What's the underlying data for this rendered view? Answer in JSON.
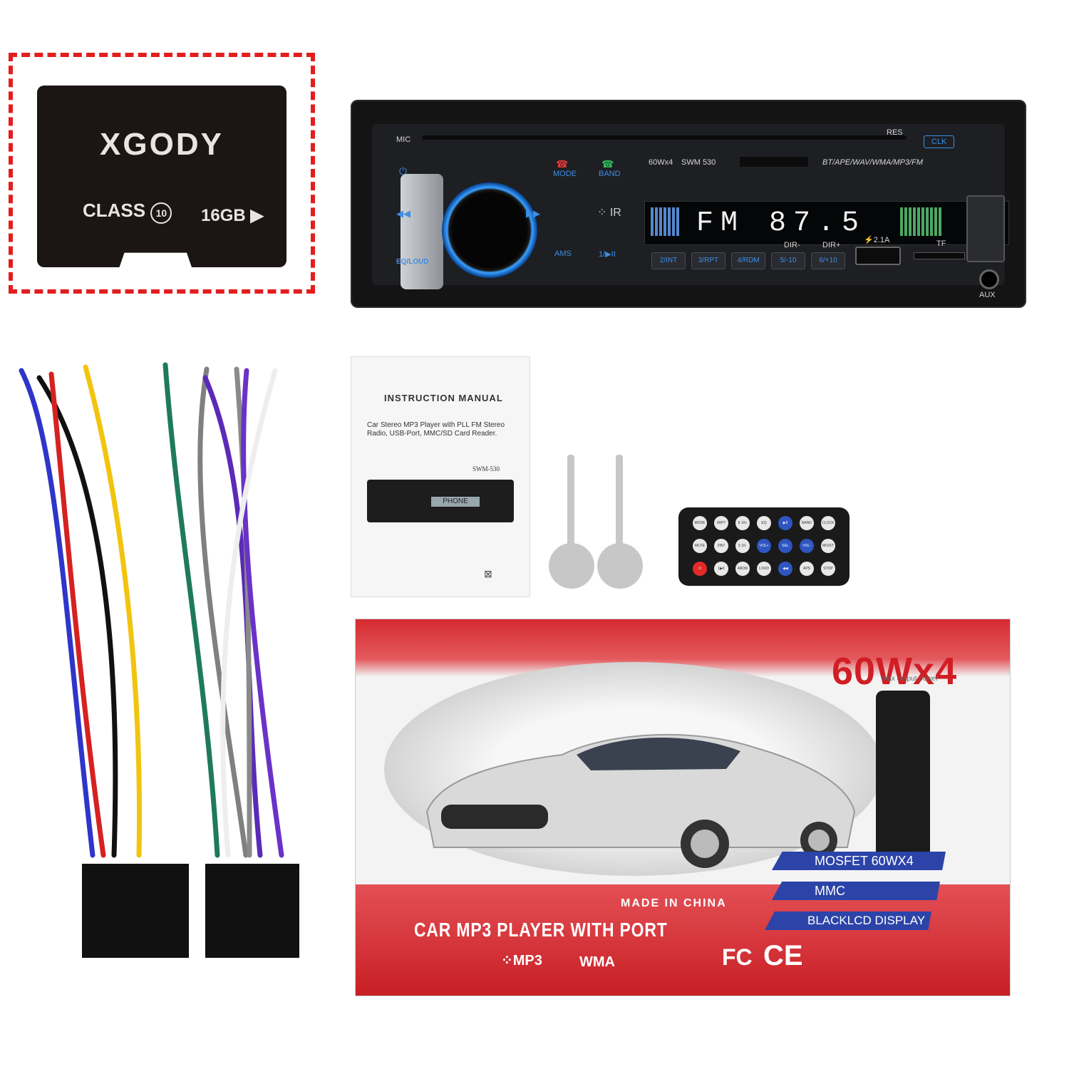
{
  "sd_card": {
    "brand": "XGODY",
    "class_label": "CLASS",
    "class_number": "10",
    "capacity": "16GB"
  },
  "head_unit": {
    "mic": "MIC",
    "res": "RES",
    "clk": "CLK",
    "power_rating": "60Wx4",
    "model": "SWM 530",
    "formats": "BT/APE/WAV/WMA/MP3/FM",
    "mode": "MODE",
    "band": "BAND",
    "ams": "AMS",
    "play": "1/▶II",
    "eq_loud": "EQ/LOUD",
    "display": "FM 87.5",
    "buttons": [
      "2/INT",
      "3/RPT",
      "4/RDM",
      "5/-10",
      "6/+10"
    ],
    "dir_minus": "DIR-",
    "dir_plus": "DIR+",
    "charge": "2.1A",
    "tf": "TF",
    "aux": "AUX"
  },
  "manual": {
    "title": "INSTRUCTION MANUAL",
    "body": "Car Stereo MP3 Player with PLL FM Stereo Radio, USB-Port, MMC/SD Card Reader.",
    "model": "SWM-530",
    "screen": "PHONE"
  },
  "remote": {
    "row1": [
      "MODE",
      "2RPT",
      "8 10+",
      "EQ",
      "▶II",
      "BAND",
      "CLOCK"
    ],
    "row2": [
      "MUTE",
      "2INT",
      "5 10-",
      "VOL+",
      "SEL",
      "VOL-",
      "MO/ST"
    ],
    "row3": [
      "⏻",
      "1▶II",
      "4RDM",
      "LOUD",
      "◀◀",
      "APS",
      "STOP"
    ]
  },
  "box": {
    "watts": "60Wx4",
    "watts_sub": "max output power",
    "feature_1": "MOSFET 60WX4",
    "feature_2": "MMC",
    "feature_3": "BLACKLCD DISPLAY",
    "made_in": "MADE IN CHINA",
    "slogan": "CAR MP3 PLAYER WITH PORT",
    "mp3": "MP3",
    "wma": "WMA",
    "fc": "FC",
    "ce": "CE"
  },
  "colors": {
    "dash_red": "#e31d1d",
    "accent_blue": "#3b8ee8",
    "box_red": "#d01e24",
    "stripe_blue": "#2c43a8"
  }
}
